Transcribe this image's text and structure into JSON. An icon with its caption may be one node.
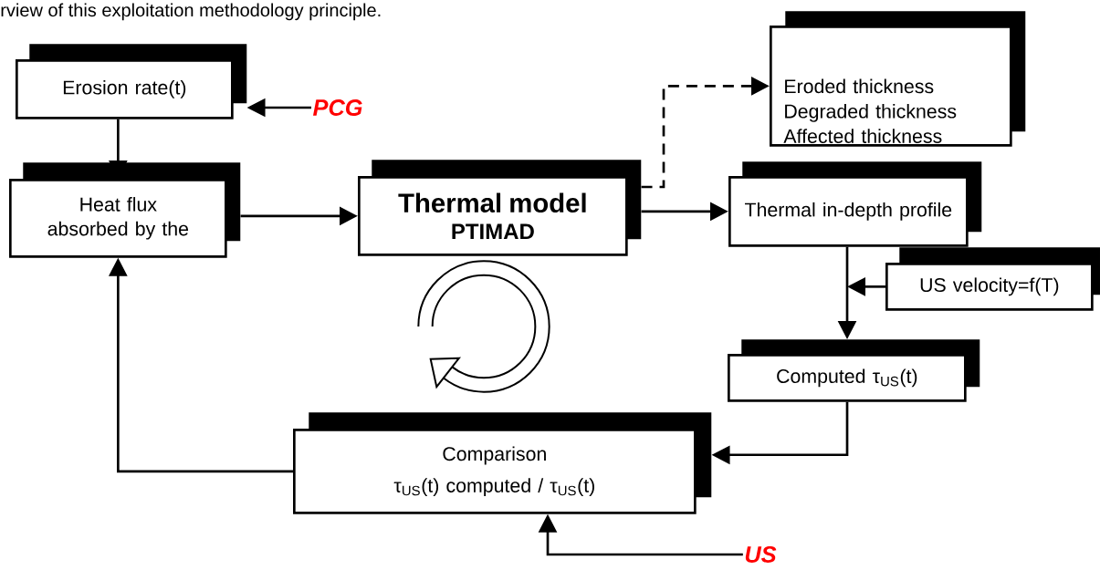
{
  "diagram": {
    "nodes": [
      {
        "text": [
          "Erosion rate(t)"
        ]
      },
      {
        "text": [
          "PCG"
        ]
      },
      {
        "text": [
          "Heat flux absorbed by the"
        ]
      },
      {
        "text": [
          "Thermal model",
          "PTIMAD"
        ]
      },
      {
        "text": [
          "Eroded thickness Degraded thickness Affected thickness"
        ]
      },
      {
        "text": [
          "Thermal in-depth profile"
        ]
      },
      {
        "text": [
          "US velocity=f(T)"
        ]
      },
      {
        "text": [
          "Computed τ$_{US}$(t)"
        ]
      },
      {
        "text": [
          "Comparison",
          "τ$_{US}$(t) computed / τ$_{US}$(t)"
        ]
      },
      {
        "text": [
          "US"
        ]
      }
    ],
    "edges": [
      {
        "from": 0,
        "to": 2,
        "arrow": "to"
      },
      {
        "from": 1,
        "to": 0,
        "arrow": "to"
      },
      {
        "from": 2,
        "to": 3,
        "arrow": "to"
      },
      {
        "from": 3,
        "to": 4,
        "arrow": "to",
        "style": "dashed"
      },
      {
        "from": 3,
        "to": 5,
        "arrow": "to"
      },
      {
        "from": 5,
        "to": 7,
        "arrow": "to"
      },
      {
        "from": 6,
        "to": null,
        "arrow": "to"
      },
      {
        "from": 7,
        "to": 8,
        "arrow": "to"
      },
      {
        "from": 9,
        "to": 8,
        "arrow": "to"
      },
      {
        "from": 8,
        "to": 2,
        "arrow": "to"
      }
    ],
    "labels": [
      "rview of this exploitation methodology principle."
    ]
  }
}
